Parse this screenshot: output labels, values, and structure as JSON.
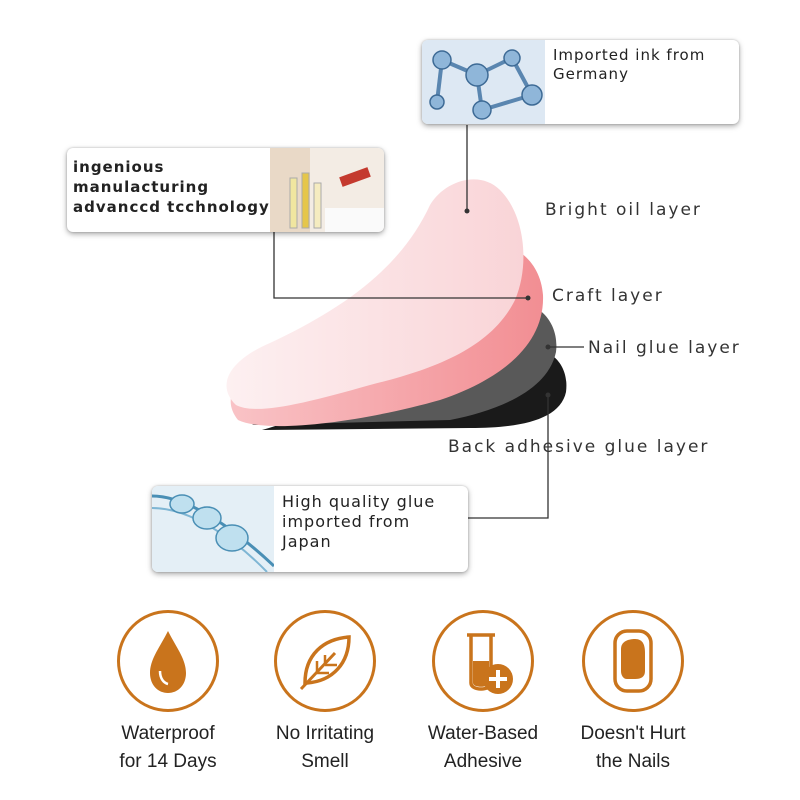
{
  "callouts": {
    "ink": {
      "lines": [
        "Imported ink from",
        "Germany"
      ]
    },
    "manufacturing": {
      "lines": [
        "ingenious",
        "manulacturing",
        "advanccd tcchnology"
      ]
    },
    "glue": {
      "lines": [
        "High quality glue",
        "imported from",
        "Japan"
      ]
    }
  },
  "layers": {
    "bright_oil": "Bright oil layer",
    "craft": "Craft layer",
    "nail_glue": "Nail glue layer",
    "back_adhesive": "Back adhesive glue layer"
  },
  "features": [
    {
      "icon": "water-drop-icon",
      "lines": [
        "Waterproof",
        "for 14 Days"
      ]
    },
    {
      "icon": "leaf-icon",
      "lines": [
        "No Irritating",
        "Smell"
      ]
    },
    {
      "icon": "beaker-plus-icon",
      "lines": [
        "Water-Based",
        "Adhesive"
      ]
    },
    {
      "icon": "nail-icon",
      "lines": [
        "Doesn't Hurt",
        "the Nails"
      ]
    }
  ],
  "colors": {
    "accent": "#c9741c",
    "pink_light": "#fbe1e3",
    "pink": "#f5a3a7",
    "gray": "#555555",
    "black": "#1a1a1a"
  }
}
